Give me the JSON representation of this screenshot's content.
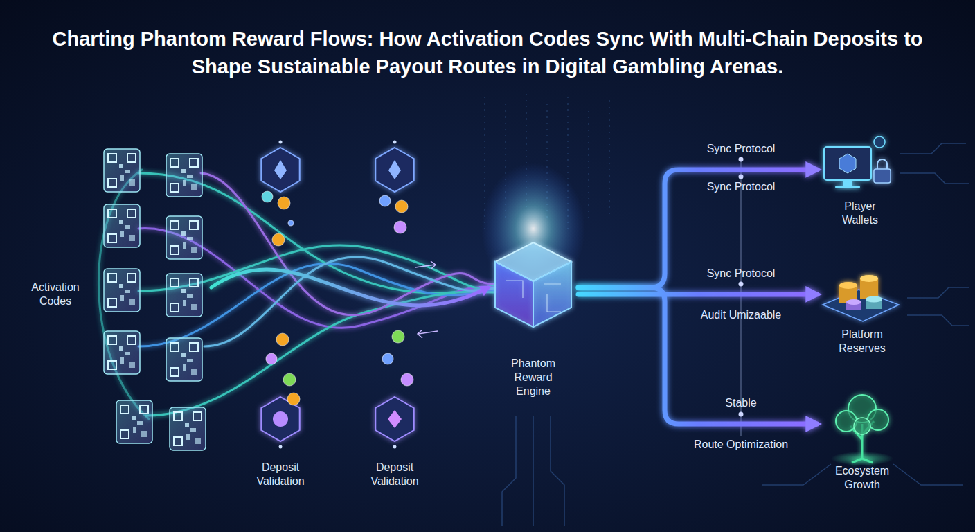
{
  "diagram": {
    "title": "Charting Phantom Reward Flows: How Activation Codes Sync With Multi-Chain Deposits to Shape Sustainable Payout Routes in Digital Gambling Arenas.",
    "nodes": [
      {
        "text": [
          "Activation Codes"
        ]
      },
      {
        "text": [
          "Deposit Validation"
        ]
      },
      {
        "text": [
          "Deposit Validation"
        ]
      },
      {
        "text": [
          "Phantom Reward Engine"
        ]
      },
      {
        "text": [
          "Player Wallets"
        ]
      },
      {
        "text": [
          "Platform Reserves"
        ]
      },
      {
        "text": [
          "Ecosystem Growth"
        ]
      }
    ],
    "edges": [
      {
        "from": 0,
        "to": 3,
        "arrow": "to"
      },
      {
        "from": 3,
        "to": 4,
        "label": "Sync Protocol",
        "arrow": "to"
      },
      {
        "from": 3,
        "to": 5,
        "label": "Sync Protocol",
        "arrow": "to"
      },
      {
        "from": 3,
        "to": 6,
        "label": "Stable",
        "arrow": "to"
      }
    ],
    "labels": [
      "Sync Protocol",
      "Audit Umizaable",
      "Route Optimization"
    ]
  }
}
